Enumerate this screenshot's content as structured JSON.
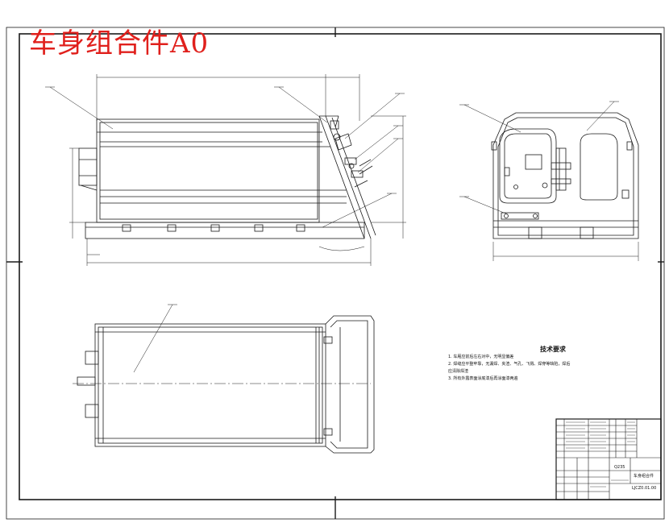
{
  "drawing": {
    "title": "车身组合件A0"
  },
  "technical_requirements": {
    "heading": "技术要求",
    "items": [
      "1. 车厢应前后左右对中，无明显偏差",
      "2. 焊缝应平整牢靠，无漏焊、夹渣、气孔、飞溅、焊穿等缺陷，焊后",
      "   应清除焊渣",
      "3. 所有外露表面涂底漆后再涂面漆两遍"
    ]
  },
  "title_block": {
    "drawing_name": "车身组合件",
    "material": "Q235",
    "drawing_number": "LJCZ0.01.00"
  }
}
